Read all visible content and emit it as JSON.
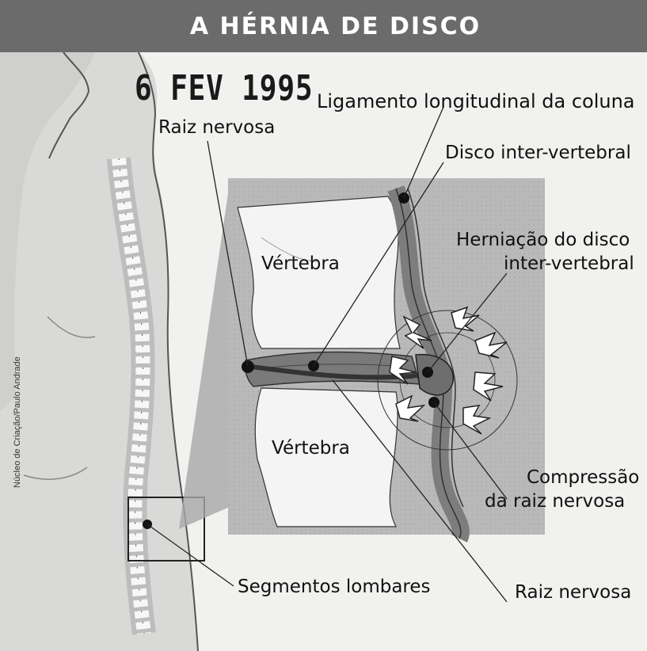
{
  "title": "A HÉRNIA DE DISCO",
  "stamp": "6 FEV 1995",
  "credit": "Núcleo de Criação/Paulo Andrade",
  "labels": {
    "ligamento": "Ligamento longitudinal da coluna",
    "raiz_top": "Raiz nervosa",
    "disco": "Disco inter-vertebral",
    "vertebra_top": "Vértebra",
    "herniacao_1": "Herniação do disco",
    "herniacao_2": "inter-vertebral",
    "vertebra_bottom": "Vértebra",
    "compressao_1": "Compressão",
    "compressao_2": "da raiz nervosa",
    "segmentos": "Segmentos lombares",
    "raiz_bottom": "Raiz nervosa"
  },
  "colors": {
    "title_bar": "#6b6b6b",
    "panel": "#b9b9b9",
    "vertebra": "#f4f4f4",
    "disc": "#7a7a7a",
    "nerve": "#4a4a4a"
  }
}
